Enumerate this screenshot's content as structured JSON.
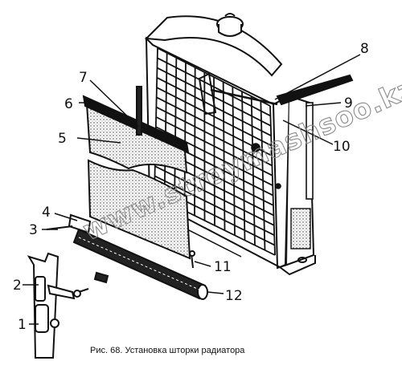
{
  "figure": {
    "caption": "Рис. 68. Установка шторки радиатора",
    "watermark": "www.stroymashsoo.kz",
    "callouts": [
      {
        "id": "c1",
        "text": "1"
      },
      {
        "id": "c2",
        "text": "2"
      },
      {
        "id": "c3",
        "text": "3"
      },
      {
        "id": "c4",
        "text": "4"
      },
      {
        "id": "c5",
        "text": "5"
      },
      {
        "id": "c6",
        "text": "6"
      },
      {
        "id": "c7",
        "text": "7"
      },
      {
        "id": "c8",
        "text": "8"
      },
      {
        "id": "c9",
        "text": "9"
      },
      {
        "id": "c10",
        "text": "10"
      },
      {
        "id": "c11",
        "text": "11"
      },
      {
        "id": "c12",
        "text": "12"
      }
    ]
  }
}
